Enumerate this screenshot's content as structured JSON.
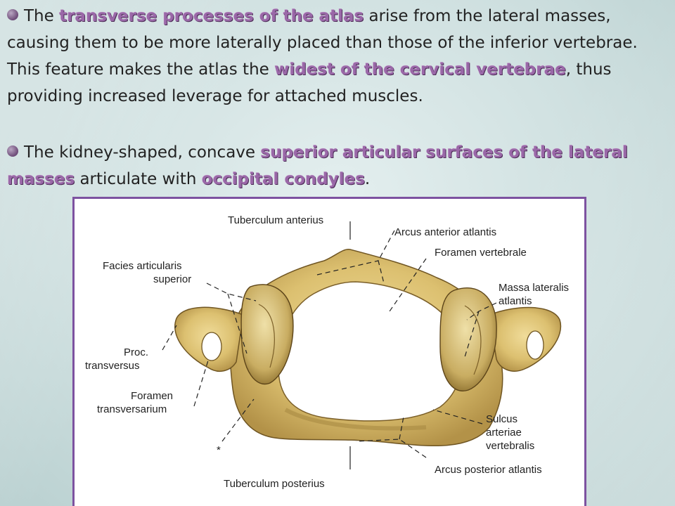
{
  "paragraphs": [
    {
      "id": "para1",
      "segments": [
        {
          "text": "The ",
          "highlight": false
        },
        {
          "text": "transverse processes of the atlas",
          "highlight": true
        },
        {
          "text": " arise from the lateral masses, causing them to be more laterally placed than those of the inferior vertebrae. This feature makes the atlas the ",
          "highlight": false
        },
        {
          "text": "widest of the cervical vertebrae",
          "highlight": true
        },
        {
          "text": ", thus providing increased leverage for attached muscles.",
          "highlight": false
        }
      ]
    },
    {
      "id": "para2",
      "segments": [
        {
          "text": "The kidney-shaped, concave ",
          "highlight": false
        },
        {
          "text": "superior articular surfaces of the lateral masses",
          "highlight": true
        },
        {
          "text": " articulate with ",
          "highlight": false
        },
        {
          "text": "occipital condyles",
          "highlight": true
        },
        {
          "text": ".",
          "highlight": false
        }
      ]
    }
  ],
  "figure": {
    "labels": {
      "tuberculum_anterius": "Tuberculum anterius",
      "arcus_anterior": "Arcus anterior atlantis",
      "foramen_vertebrale": "Foramen vertebrale",
      "facies_line1": "Facies articularis",
      "facies_line2": "superior",
      "massa_line1": "Massa lateralis",
      "massa_line2": "atlantis",
      "proc_line1": "Proc.",
      "proc_line2": "transversus",
      "foramen_trans_line1": "Foramen",
      "foramen_trans_line2": "transversarium",
      "sulcus_line1": "Sulcus",
      "sulcus_line2": "arteriae",
      "sulcus_line3": "vertebralis",
      "arcus_posterior": "Arcus posterior atlantis",
      "tuberculum_posterius": "Tuberculum posterius",
      "asterisk": "*"
    }
  },
  "colors": {
    "highlight": "#9a68a8",
    "frame": "#7d52a0",
    "bone": "#e2c87a",
    "bone_shadow": "#a08238"
  }
}
